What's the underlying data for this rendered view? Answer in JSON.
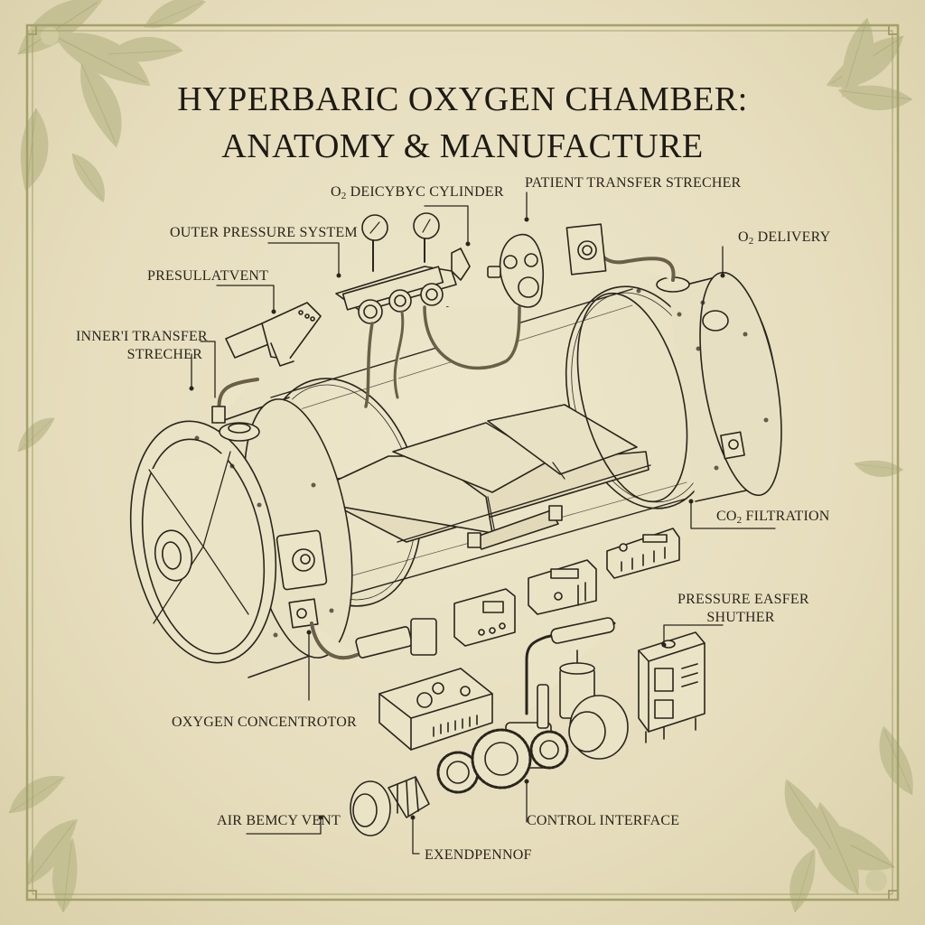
{
  "title": {
    "line1": "HYPERBARIC OXYGEN CHAMBER:",
    "line2": "ANATOMY & MANUFACTURE"
  },
  "labels": {
    "o2_cylinder": {
      "prefix": "O",
      "sub": "2",
      "text": " DEICYBYC CYLINDER"
    },
    "patient_transfer_stretcher": "PATIENT TRANSFER STRECHER",
    "outer_pressure_system": "OUTER PRESSURE SYSTEM",
    "o2_delivery": {
      "prefix": "O",
      "sub": "2",
      "text": " DELIVERY"
    },
    "presulat_vent": "PRESULLATVENT",
    "inner_transfer_stretcher": {
      "line1": "INNER'I TRANSFER",
      "line2": "STRECHER"
    },
    "co2_filtration": {
      "prefix": "CO",
      "sub": "2",
      "text": " FILTRATION"
    },
    "pressure_easfer_shuther": {
      "line1": "PRESSURE EASFER",
      "line2": "SHUTHER"
    },
    "oxygen_concentrator": "OXYGEN CONCENTROTOR",
    "air_bemcy_vent": "AIR BEMCY VENT",
    "control_interface": "CONTROL INTERFACE",
    "exendpennof": "EXENDPENNOF"
  },
  "components": [
    "gauge-manifold",
    "oxygen-mask",
    "wall-valve-plate",
    "vent-bracket",
    "left-end-cap",
    "chamber-tube",
    "right-end-cap",
    "stretcher-mattress",
    "control-module-1",
    "control-module-2",
    "control-module-3",
    "power-adapter",
    "concentrator-box",
    "pump-assembly",
    "filter-canister",
    "pressure-unit",
    "motor",
    "gear-train"
  ],
  "colors": {
    "paper": "#e7dfc1",
    "ink": "#2a251c",
    "frame": "#a3a06a",
    "foliage": "#b8b587"
  }
}
